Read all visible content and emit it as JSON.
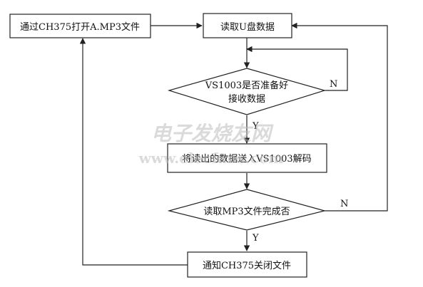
{
  "nodes": {
    "open_file": "通过CH375打开A.MP3文件",
    "read_usb": "读取U盘数据",
    "vs_ready_line1": "VS1003是否准备好",
    "vs_ready_line2": "接收数据",
    "send_decode": "将读出的数据送入VS1003解码",
    "read_done": "读取MP3文件完成否",
    "close_file": "通知CH375关闭文件"
  },
  "edge_labels": {
    "ready_no": "N",
    "ready_yes": "Y",
    "done_no": "N",
    "done_yes": "Y"
  },
  "watermark": {
    "line1": "电子发烧友网",
    "line2": "www.elecfans.com"
  }
}
